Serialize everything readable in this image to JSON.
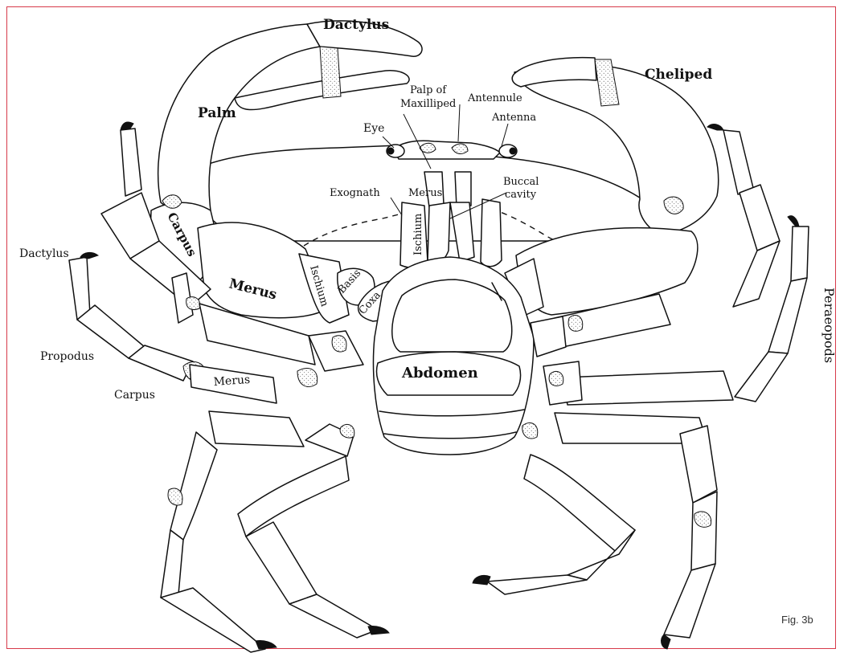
{
  "figure": {
    "caption": "Fig. 3b",
    "frame_color": "#d73a4a",
    "labels": {
      "dactylus_cheliped": "Dactylus",
      "cheliped": "Cheliped",
      "palm": "Palm",
      "palp_line1": "Palp of",
      "palp_line2": "Maxilliped",
      "antennule": "Antennule",
      "eye": "Eye",
      "antenna": "Antenna",
      "exognath": "Exognath",
      "merus_maxilliped": "Merus",
      "buccal_line1": "Buccal",
      "buccal_line2": "cavity",
      "ischium_maxilliped": "Ischium",
      "carpus_cheliped": "Carpus",
      "merus_cheliped": "Merus",
      "ischium_cheliped": "Ischium",
      "basis": "Basis",
      "coxa": "Coxa",
      "dactylus_leg": "Dactylus",
      "propodus": "Propodus",
      "carpus_leg": "Carpus",
      "merus_leg": "Merus",
      "abdomen": "Abdomen",
      "peraeopods": "Peraeopods"
    }
  }
}
